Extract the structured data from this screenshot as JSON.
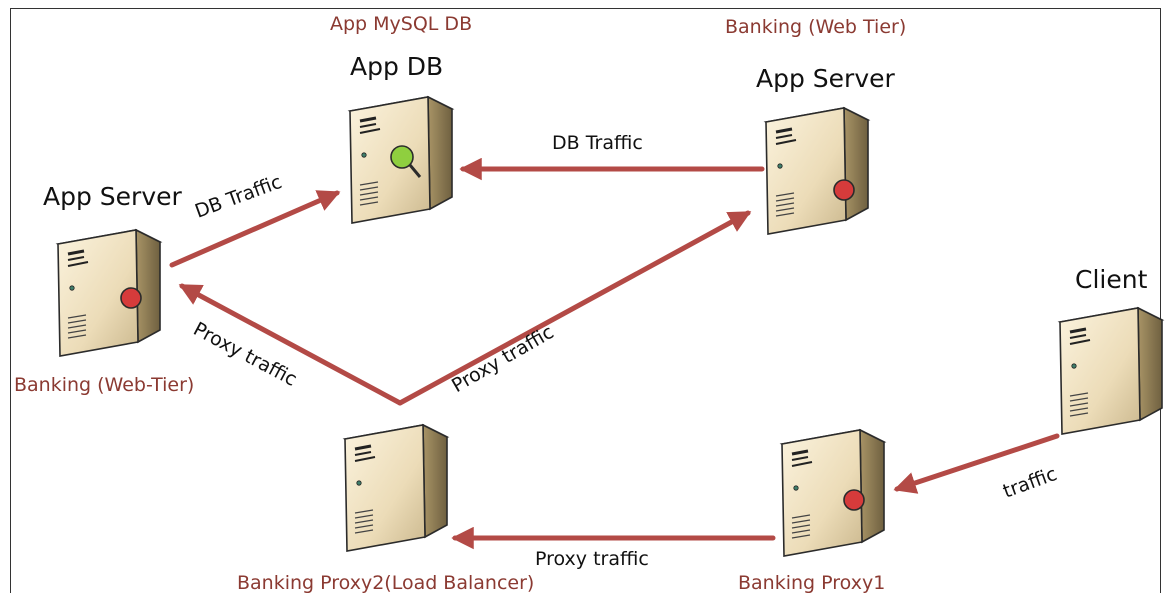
{
  "nodes": {
    "app_db": {
      "title": "App DB",
      "subtitle": "App MySQL DB"
    },
    "app_server_right": {
      "title": "App Server",
      "subtitle": "Banking (Web Tier)"
    },
    "app_server_left": {
      "title": "App Server",
      "subtitle": "Banking (Web-Tier)"
    },
    "client": {
      "title": "Client"
    },
    "proxy2": {
      "subtitle": "Banking Proxy2(Load Balancer)"
    },
    "proxy1": {
      "subtitle": "Banking Proxy1"
    }
  },
  "edges": {
    "db_traffic_left": "DB Traffic",
    "db_traffic_right": "DB Traffic",
    "proxy_traffic_left": "Proxy traffic",
    "proxy_traffic_right": "Proxy traffic",
    "proxy_traffic_bottom": "Proxy traffic",
    "client_traffic": "traffic"
  },
  "colors": {
    "arrow": "#b34a46",
    "subtitle_text": "#8b3a32",
    "server_body": "#efe2c4",
    "server_side": "#8b7a56",
    "indicator_red": "#d63b3b",
    "indicator_green": "#8fcf3f"
  }
}
